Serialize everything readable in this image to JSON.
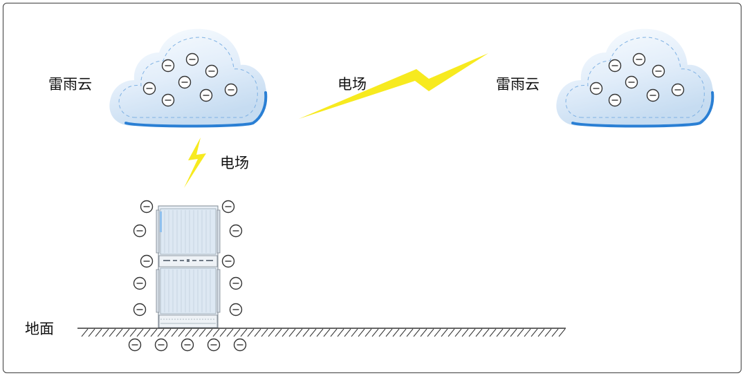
{
  "labels": {
    "cloud_left": "雷雨云",
    "cloud_right": "雷雨云",
    "field_horizontal": "电场",
    "field_vertical": "电场",
    "ground": "地面"
  },
  "colors": {
    "cloud_fill_top": "#f4f9fe",
    "cloud_fill_bottom": "#c9def2",
    "cloud_edge": "#2a7fd4",
    "lightning": "#f7ea1f",
    "equipment": "#dde8f3",
    "ground_line": "#333333"
  },
  "icons": {
    "charge": "negative-charge-icon",
    "lightning": "lightning-bolt-icon",
    "cloud": "thundercloud-icon",
    "equipment": "telecom-cabinet-icon"
  }
}
